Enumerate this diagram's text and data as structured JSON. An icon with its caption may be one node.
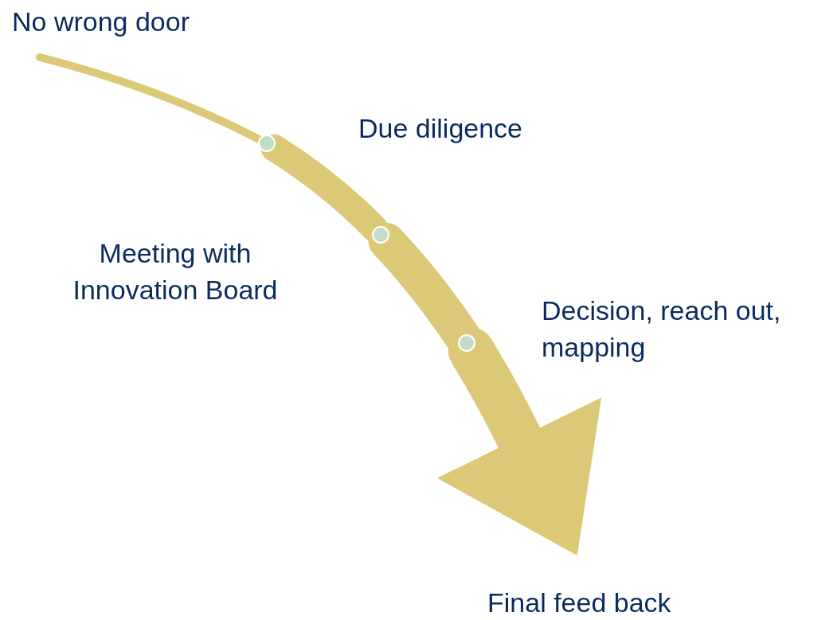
{
  "diagram": {
    "nodes": [
      {
        "text": [
          "No wrong door"
        ]
      },
      {
        "text": [],
        "shape": "circle",
        "beside": [
          "Due diligence"
        ]
      },
      {
        "text": [],
        "shape": "circle",
        "beside": [
          "Meeting with Innovation Board"
        ]
      },
      {
        "text": [],
        "shape": "circle",
        "beside": [
          "Decision, reach out, mapping"
        ]
      },
      {
        "text": [
          "Final feed back"
        ]
      }
    ],
    "edges": [
      {
        "from": 0,
        "to": 1,
        "arrow": "none"
      },
      {
        "from": 1,
        "to": 2,
        "arrow": "none"
      },
      {
        "from": 2,
        "to": 3,
        "arrow": "none"
      },
      {
        "from": 3,
        "to": 4,
        "arrow": "to"
      }
    ]
  }
}
